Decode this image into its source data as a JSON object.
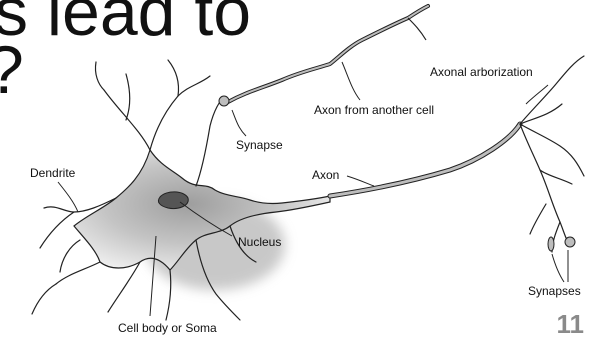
{
  "slide": {
    "heading": "s lead to",
    "heading_fragment": "?",
    "page_number": "11"
  },
  "diagram": {
    "labels": {
      "axonal_arborization": "Axonal arborization",
      "axon_from_another_cell": "Axon from another cell",
      "synapse": "Synapse",
      "dendrite": "Dendrite",
      "axon": "Axon",
      "nucleus": "Nucleus",
      "synapses": "Synapses",
      "cell_body": "Cell body or Soma"
    },
    "colors": {
      "cell_fill": "#bdbdbd",
      "nucleus_fill": "#555555",
      "outline": "#222222"
    }
  }
}
